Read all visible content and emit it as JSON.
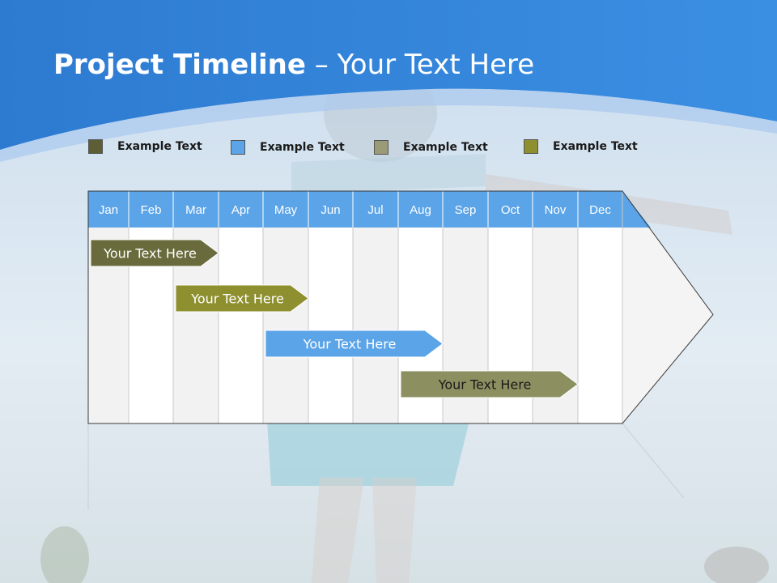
{
  "title": {
    "bold": "Project Timeline",
    "rest": " – Your Text Here"
  },
  "colors": {
    "header_blue": "#2f7fd6",
    "month_header": "#5ba4e8",
    "olive_dark": "#6b6b3a",
    "olive": "#8e9030",
    "blue_bar": "#5ba4e8",
    "khaki": "#8c8f5f"
  },
  "legend": [
    {
      "label": "Example Text",
      "color": "#5e5e36"
    },
    {
      "label": "Example Text",
      "color": "#5ba4e8"
    },
    {
      "label": "Example Text",
      "color": "#9b9b78"
    },
    {
      "label": "Example Text",
      "color": "#8e9030"
    }
  ],
  "months": [
    "Jan",
    "Feb",
    "Mar",
    "Apr",
    "May",
    "Jun",
    "Jul",
    "Aug",
    "Sep",
    "Oct",
    "Nov",
    "Dec"
  ],
  "tasks": [
    {
      "label": "Your  Text Here",
      "start_month": 1.0,
      "end_month": 4.0,
      "color": "#696b3c",
      "text_color": "#ffffff"
    },
    {
      "label": "Your  Text Here",
      "start_month": 3.0,
      "end_month": 6.0,
      "color": "#8e9030",
      "text_color": "#ffffff"
    },
    {
      "label": "Your  Text Here",
      "start_month": 5.0,
      "end_month": 9.0,
      "color": "#5ba4e8",
      "text_color": "#ffffff"
    },
    {
      "label": "Your  Text Here",
      "start_month": 8.0,
      "end_month": 12.0,
      "color": "#8c8f5f",
      "text_color": "#1a1a1a"
    }
  ]
}
